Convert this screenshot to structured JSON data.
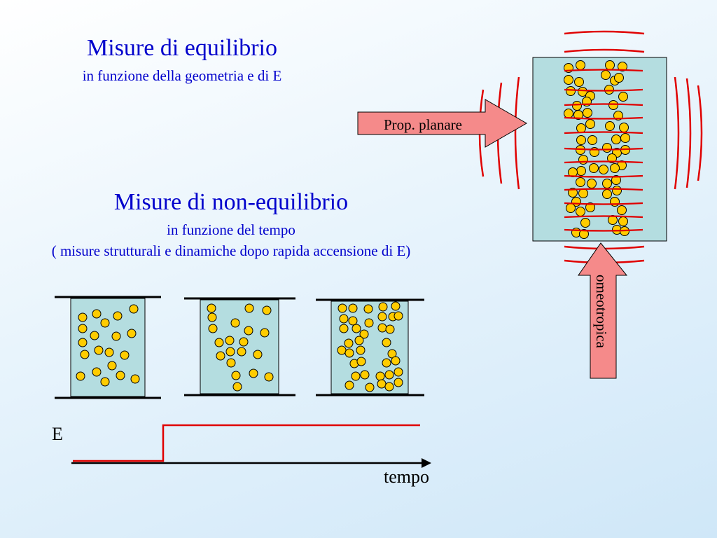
{
  "equilibrium": {
    "title": "Misure di equilibrio",
    "subtitle": "in funzione della geometria e di E"
  },
  "non_equilibrium": {
    "title": "Misure di non-equilibrio",
    "subtitle": "in funzione del tempo",
    "note": "( misure strutturali e dinamiche dopo rapida accensione di E)"
  },
  "arrows": {
    "planar": "Prop. planare",
    "homeotropic": "omeotropica"
  },
  "graph": {
    "y_label": "E",
    "x_label": "tempo"
  },
  "colors": {
    "title": "#0000cc",
    "cell_fill": "#b4dde0",
    "particle_fill": "#ffcc00",
    "field_line": "#e00000",
    "arrow_fill": "#f58a8a"
  }
}
